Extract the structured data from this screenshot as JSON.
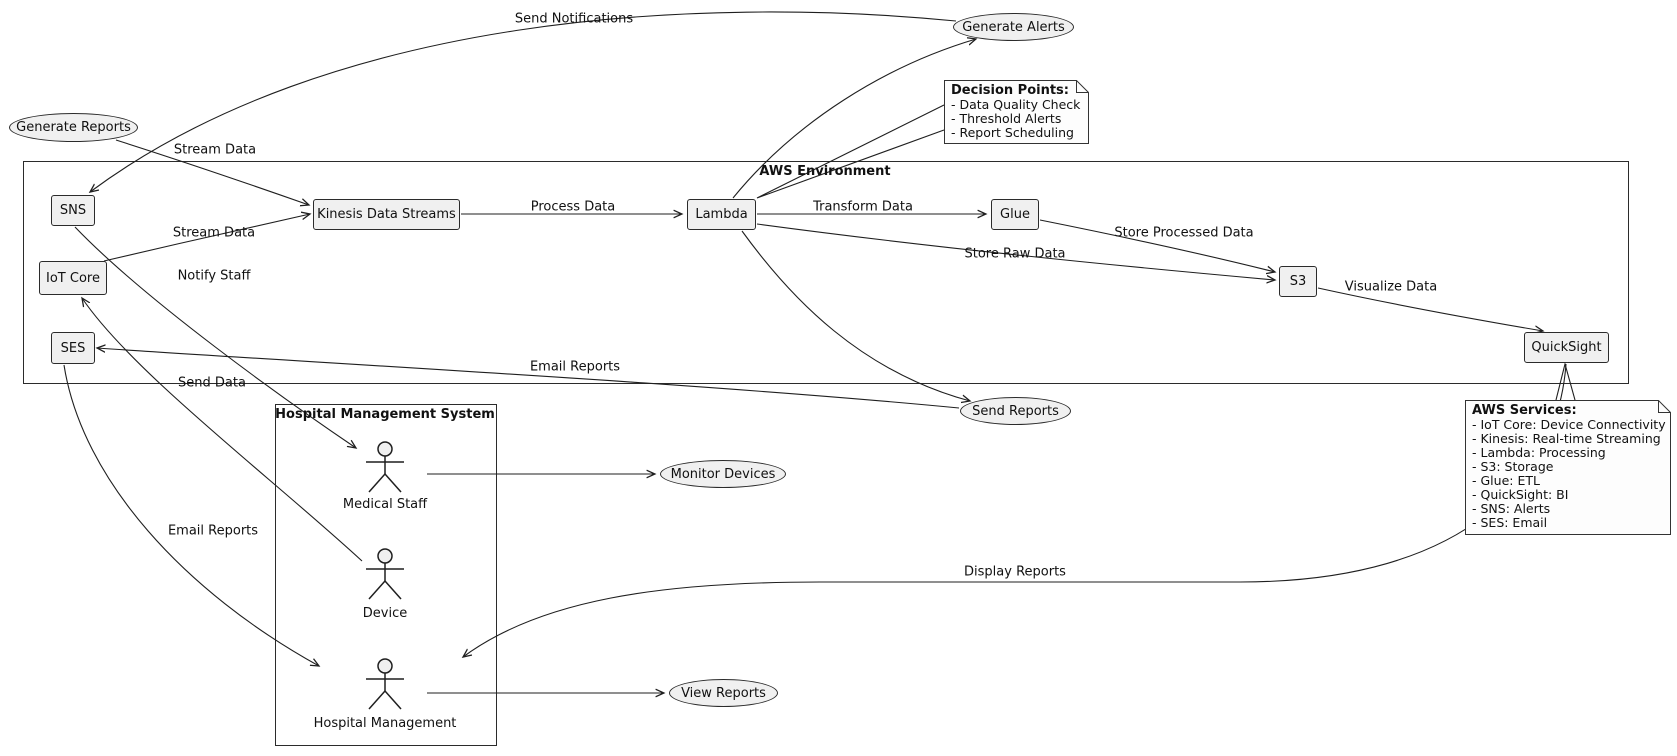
{
  "frames": {
    "aws_environment": "AWS Environment",
    "hospital_management_system": "Hospital Management System"
  },
  "components": {
    "sns": "SNS",
    "iot_core": "IoT Core",
    "ses": "SES",
    "kinesis": "Kinesis Data Streams",
    "lambda": "Lambda",
    "glue": "Glue",
    "s3": "S3",
    "quicksight": "QuickSight"
  },
  "usecases": {
    "generate_alerts": "Generate Alerts",
    "generate_reports": "Generate Reports",
    "send_reports": "Send Reports",
    "monitor_devices": "Monitor Devices",
    "view_reports": "View Reports"
  },
  "actors": {
    "medical_staff": "Medical Staff",
    "device": "Device",
    "hospital_management": "Hospital Management"
  },
  "edge_labels": {
    "send_notifications": "Send Notifications",
    "stream_data_reports": "Stream Data",
    "stream_data_iot": "Stream Data",
    "process_data": "Process Data",
    "transform_data": "Transform Data",
    "store_processed_data": "Store Processed Data",
    "store_raw_data": "Store Raw Data",
    "visualize_data": "Visualize Data",
    "notify_staff": "Notify Staff",
    "email_reports_ses": "Email Reports",
    "send_data": "Send Data",
    "email_reports_hm": "Email Reports",
    "display_reports": "Display Reports"
  },
  "notes": {
    "decision_points": {
      "title": "Decision Points:",
      "lines": [
        "- Data Quality Check",
        "- Threshold Alerts",
        "- Report Scheduling"
      ]
    },
    "aws_services": {
      "title": "AWS Services:",
      "lines": [
        "- IoT Core: Device Connectivity",
        "- Kinesis: Real-time Streaming",
        "- Lambda: Processing",
        "- S3: Storage",
        "- Glue: ETL",
        "- QuickSight: BI",
        "- SNS: Alerts",
        "- SES: Email"
      ]
    }
  },
  "colors": {
    "node_fill": "#f0f0f0",
    "stroke": "#1f1f1f",
    "background": "#ffffff"
  }
}
